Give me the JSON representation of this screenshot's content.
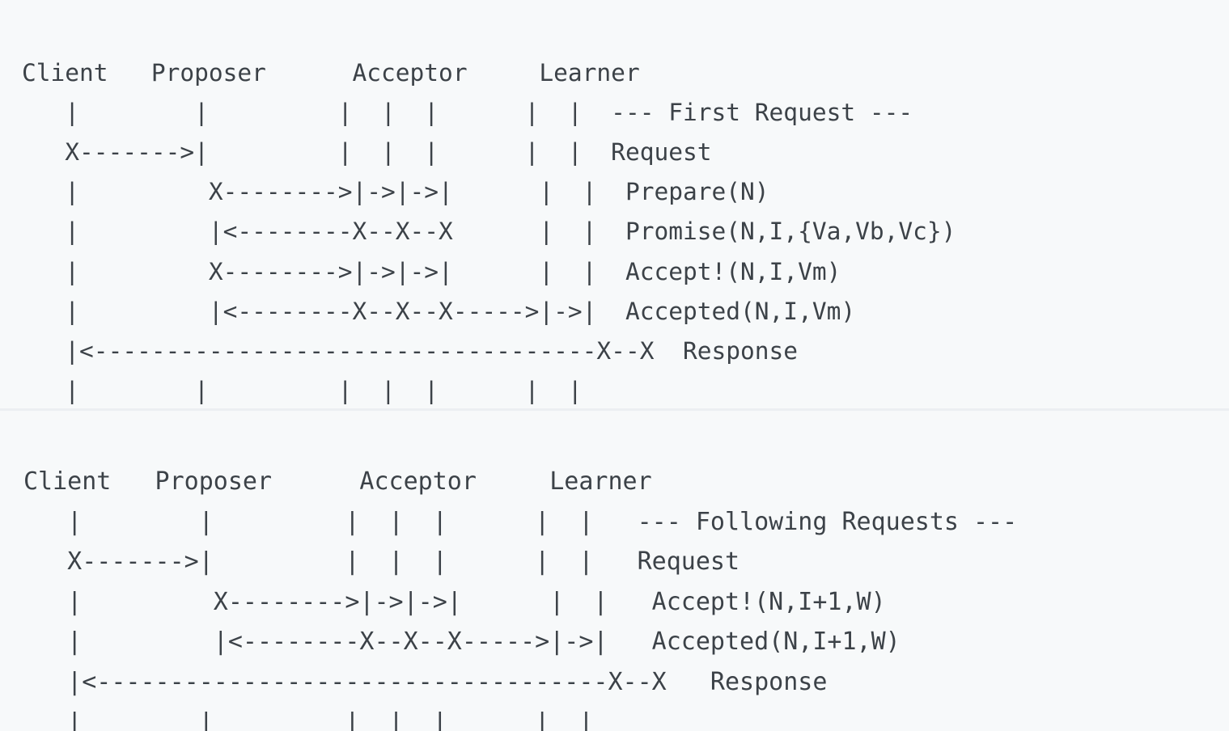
{
  "meta": {
    "title": "Paxos Protocol Message Sequence (ASCII art)",
    "background_color": "#f7f9fa",
    "text_color": "#3c4248",
    "divider_color": "#eceff2",
    "edge_strip_color": "#eef3f7"
  },
  "blocks": [
    {
      "id": "first-request",
      "phase_label": "--- First Request ---",
      "participants": [
        "Client",
        "Proposer",
        "Acceptor",
        "Learner"
      ],
      "header_line": "Client   Proposer      Acceptor     Learner",
      "messages": [
        "Request",
        "Prepare(N)",
        "Promise(N,I,{Va,Vb,Vc})",
        "Accept!(N,I,Vm)",
        "Accepted(N,I,Vm)",
        "Response"
      ],
      "ascii": "Client   Proposer      Acceptor     Learner\n   |        |         |  |  |      |  |  --- First Request ---\n   X------->|         |  |  |      |  |  Request\n   |         X-------->|->|->|      |  |  Prepare(N)\n   |         |<--------X--X--X      |  |  Promise(N,I,{Va,Vb,Vc})\n   |         X-------->|->|->|      |  |  Accept!(N,I,Vm)\n   |         |<--------X--X--X----->|->|  Accepted(N,I,Vm)\n   |<-----------------------------------X--X  Response\n   |        |         |  |  |      |  |"
    },
    {
      "id": "following-requests",
      "phase_label": "--- Following Requests ---",
      "participants": [
        "Client",
        "Proposer",
        "Acceptor",
        "Learner"
      ],
      "header_line": "Client   Proposer      Acceptor     Learner",
      "messages": [
        "Request",
        "Accept!(N,I+1,W)",
        "Accepted(N,I+1,W)",
        "Response"
      ],
      "ascii": "Client   Proposer      Acceptor     Learner\n   |        |         |  |  |      |  |   --- Following Requests ---\n   X------->|         |  |  |      |  |   Request\n   |         X-------->|->|->|      |  |   Accept!(N,I+1,W)\n   |         |<--------X--X--X----->|->|   Accepted(N,I+1,W)\n   |<-----------------------------------X--X   Response\n   |        |         |  |  |      |  |"
    }
  ],
  "glyphs": {
    "lifeline": "|",
    "endpoint": "X",
    "arrow_right": ">",
    "arrow_left": "<",
    "line_segment": "-"
  }
}
